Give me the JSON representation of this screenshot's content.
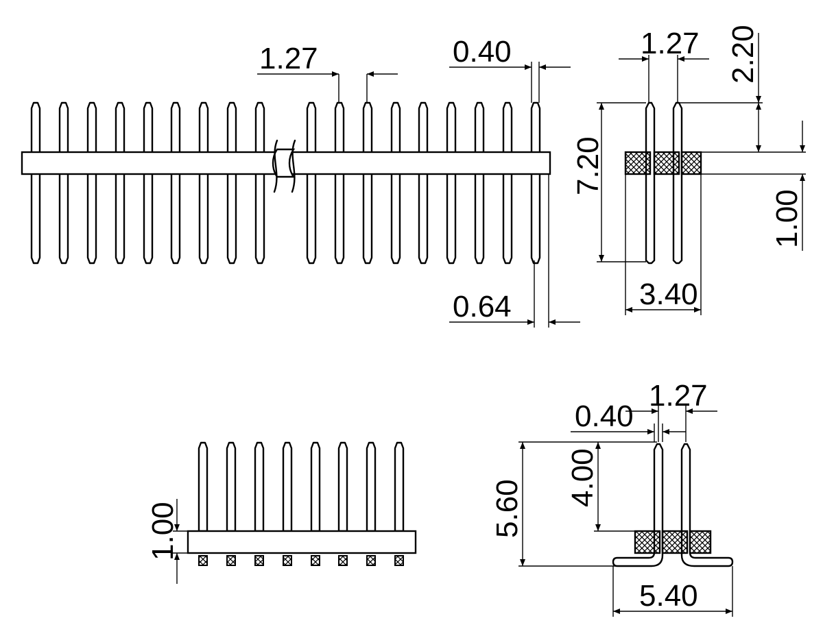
{
  "dimensions": {
    "front_pitch": "1.27",
    "front_pin_width": "0.40",
    "front_pin_length": "0.64",
    "side_pitch": "1.27",
    "side_top_height": "2.20",
    "side_total_height": "7.20",
    "side_body_height": "1.00",
    "side_body_width": "3.40",
    "smt_body_height": "1.00",
    "smt_pin_width": "0.40",
    "smt_pitch": "1.27",
    "smt_pin_height": "4.00",
    "smt_total_height": "5.60",
    "smt_foot_width": "5.40"
  }
}
